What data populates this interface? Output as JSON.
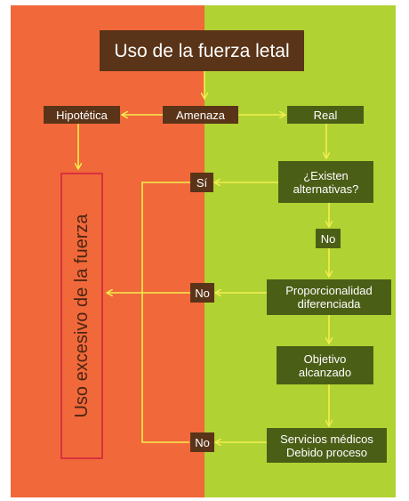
{
  "title": "Uso de la fuerza letal",
  "nodes": {
    "threat": "Amenaza",
    "hypothetical": "Hipotética",
    "real": "Real",
    "alternatives": "¿Existen alternativas?",
    "yes": "Sí",
    "no_alternatives": "No",
    "proportionality": "Proporcionalidad diferenciada",
    "no_proportionality": "No",
    "objective": "Objetivo alcanzado",
    "services": "Servicios médicos Debido proceso",
    "no_services": "No"
  },
  "outcome": "Uso excesivo de la fuerza",
  "colors": {
    "left_panel": "#f1683a",
    "right_panel": "#b1d233",
    "brown_box": "#5a3418",
    "olive_box": "#4b5e16",
    "arrow": "#f3ee4f",
    "outcome_border": "#d8323c"
  }
}
